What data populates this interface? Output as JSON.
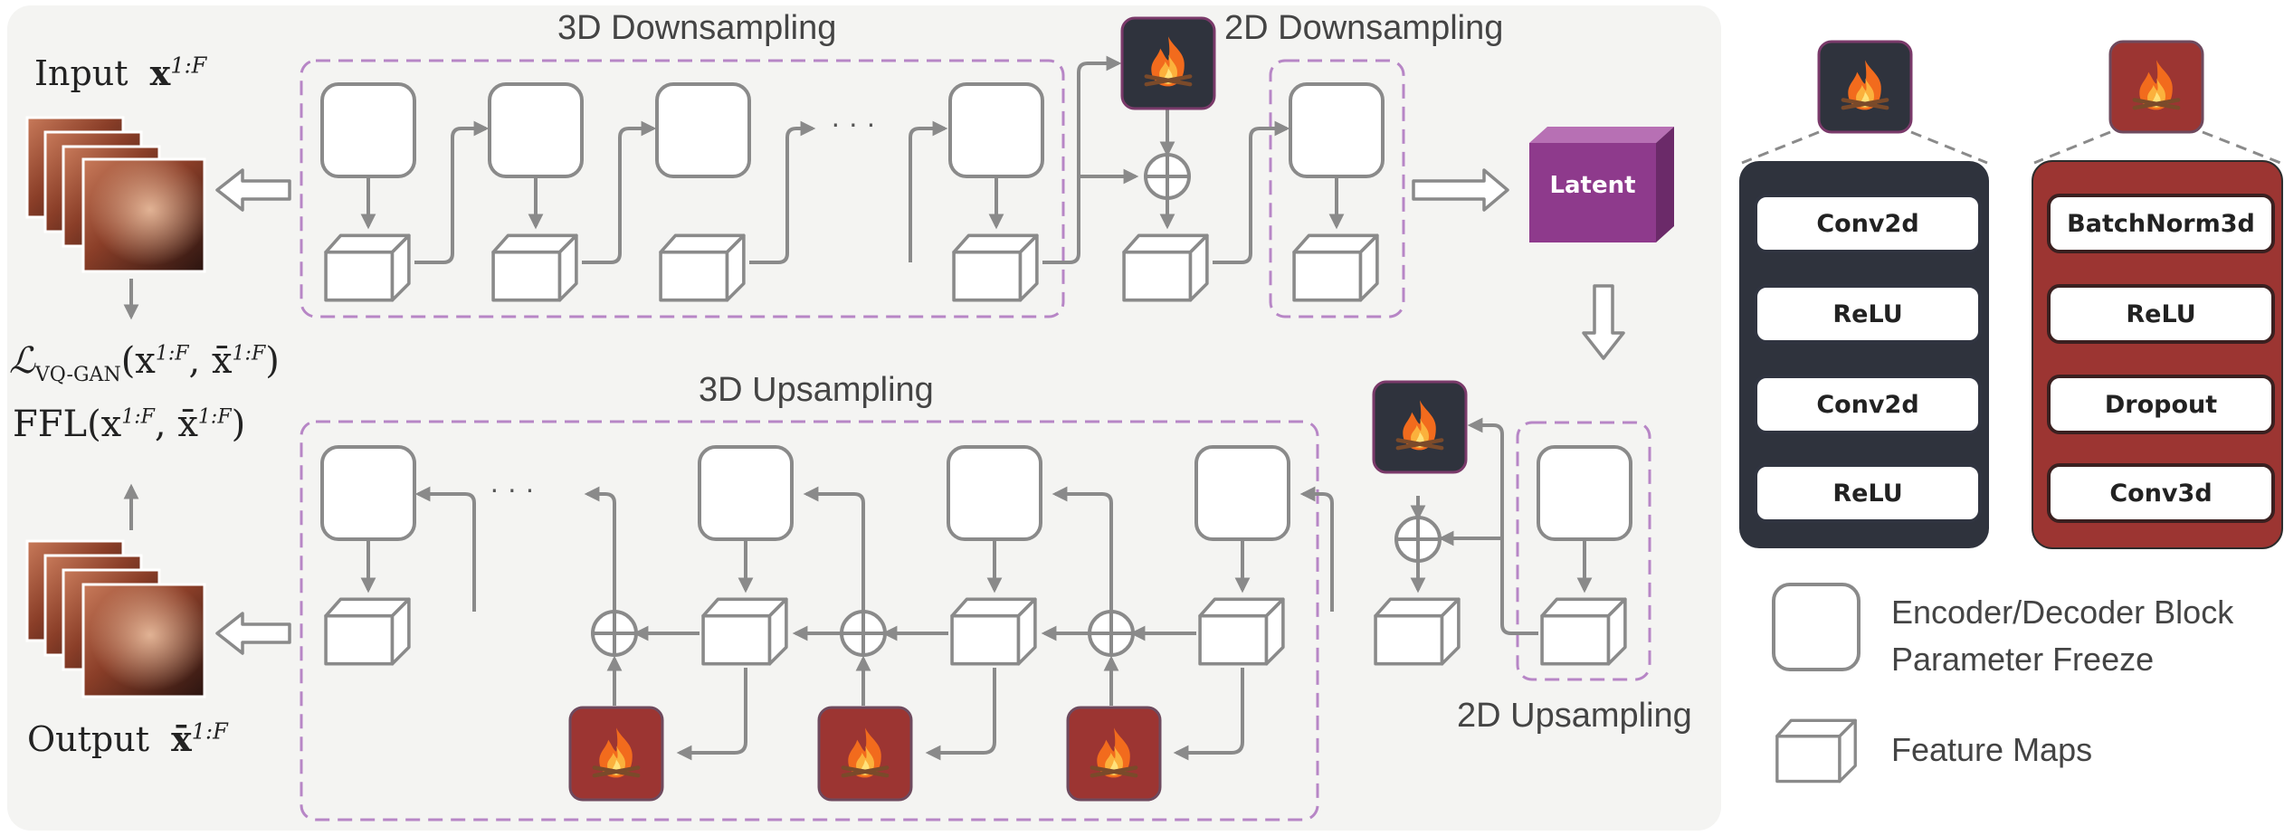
{
  "groups": {
    "downsample_3d": "3D Downsampling",
    "downsample_2d": "2D Downsampling",
    "upsample_3d": "3D Upsampling",
    "upsample_2d": "2D Upsampling"
  },
  "latent_label": "Latent",
  "io": {
    "input_label": "Input",
    "input_symbol": "x",
    "input_sup": "1:F",
    "output_label": "Output",
    "output_symbol": "x̄",
    "output_sup": "1:F"
  },
  "losses": {
    "vqgan": "ℒ",
    "vqgan_sub": "VQ-GAN",
    "vqgan_args": "(x",
    "vqgan_args2": ", x̄",
    "ffl": "FFL(x",
    "ffl_args2": ", x̄",
    "sup": "1:F",
    "close": ")"
  },
  "ellipsis": "· · ·",
  "layers": {
    "dark": [
      "Conv2d",
      "ReLU",
      "Conv2d",
      "ReLU"
    ],
    "red": [
      "BatchNorm3d",
      "ReLU",
      "Dropout",
      "Conv3d"
    ]
  },
  "legend": {
    "block_line1": "Encoder/Decoder Block",
    "block_line2": "Parameter Freeze",
    "feature": "Feature Maps"
  },
  "colors": {
    "stroke": "#8a8a8a",
    "dashed": "#b786c6",
    "latent": "#8e3a8c",
    "dark_panel": "#2f333d",
    "red_panel": "#9c3532",
    "background": "#f4f4f2"
  }
}
